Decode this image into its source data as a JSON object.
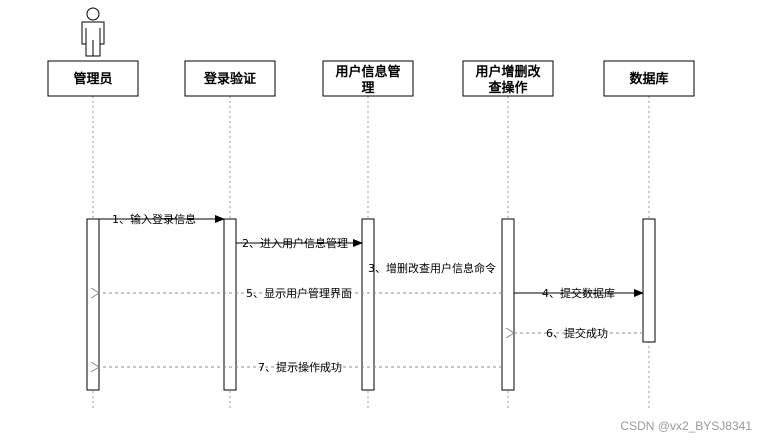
{
  "participants": [
    {
      "id": "admin",
      "label_lines": [
        "管理员"
      ]
    },
    {
      "id": "login",
      "label_lines": [
        "登录验证"
      ]
    },
    {
      "id": "usermgr",
      "label_lines": [
        "用户信息管",
        "理"
      ]
    },
    {
      "id": "crud",
      "label_lines": [
        "用户增删改",
        "查操作"
      ]
    },
    {
      "id": "db",
      "label_lines": [
        "数据库"
      ]
    }
  ],
  "messages": [
    {
      "id": "m1",
      "text": "1、输入登录信息",
      "type": "sync"
    },
    {
      "id": "m2",
      "text": "2、进入用户信息管理",
      "type": "sync"
    },
    {
      "id": "m3",
      "text": "3、增删改查用户信息命令",
      "type": "label"
    },
    {
      "id": "m4",
      "text": "4、提交数据库",
      "type": "sync"
    },
    {
      "id": "m5",
      "text": "5、显示用户管理界面",
      "type": "return"
    },
    {
      "id": "m6",
      "text": "6、提交成功",
      "type": "return"
    },
    {
      "id": "m7",
      "text": "7、提示操作成功",
      "type": "return"
    }
  ],
  "watermark": "CSDN @vx2_BYSJ8341",
  "colors": {
    "line": "#000000",
    "lifeline": "#9a9a9a",
    "return": "#8c8c8c",
    "watermark": "#9a9a9a"
  }
}
